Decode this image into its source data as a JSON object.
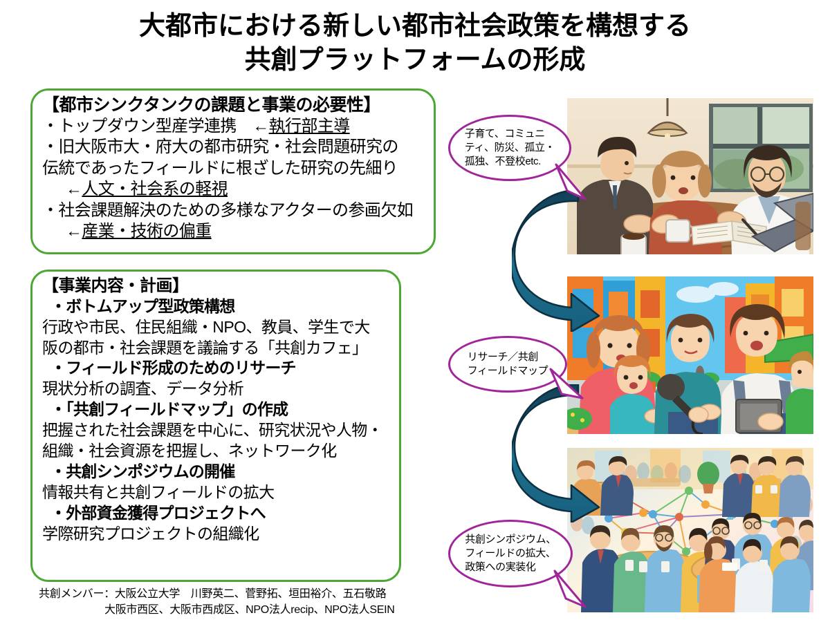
{
  "title": {
    "line1": "大都市における新しい都市社会政策を構想する",
    "line2": "共創プラットフォームの形成"
  },
  "colors": {
    "box_border_green": "#4CA832",
    "bubble_border_purple": "#A0259A",
    "arrow_teal": "#14556E",
    "text_black": "#000000"
  },
  "box_issues": {
    "heading": "【都市シンクタンクの課題と事業の必要性】",
    "lines": [
      {
        "text": "・トップダウン型産学連携　←",
        "underline": "執行部主導",
        "indent": false,
        "bold": false
      },
      {
        "text": "・旧大阪市大・府大の都市研究・社会問題研究の",
        "underline": "",
        "indent": false,
        "bold": false
      },
      {
        "text": "伝統であったフィールドに根ざした研究の先細り",
        "underline": "",
        "indent": false,
        "bold": false
      },
      {
        "text": "←",
        "underline": "人文・社会系の軽視",
        "indent": true,
        "bold": false
      },
      {
        "text": "・社会課題解決のための多様なアクターの参画欠如",
        "underline": "",
        "indent": false,
        "bold": false
      },
      {
        "text": "←",
        "underline": "産業・技術の偏重",
        "indent": true,
        "bold": false
      }
    ]
  },
  "box_plan": {
    "heading": "【事業内容・計画】",
    "lines": [
      {
        "text": "・ボトムアップ型政策構想",
        "bold": true,
        "indent": true
      },
      {
        "text": "行政や市民、住民組織・NPO、教員、学生で大",
        "bold": false,
        "indent": false
      },
      {
        "text": "阪の都市・社会課題を議論する「共創カフェ」",
        "bold": false,
        "indent": false
      },
      {
        "text": "・フィールド形成のためのリサーチ",
        "bold": true,
        "indent": true
      },
      {
        "text": "現状分析の調査、データ分析",
        "bold": false,
        "indent": false
      },
      {
        "text": "・「共創フィールドマップ」の作成",
        "bold": true,
        "indent": true
      },
      {
        "text": "把握された社会課題を中心に、研究状況や人物・",
        "bold": false,
        "indent": false
      },
      {
        "text": "組織・社会資源を把握し、ネットワーク化",
        "bold": false,
        "indent": false
      },
      {
        "text": "・共創シンポジウムの開催",
        "bold": true,
        "indent": true
      },
      {
        "text": "情報共有と共創フィールドの拡大",
        "bold": false,
        "indent": false
      },
      {
        "text": "・外部資金獲得プロジェクトへ",
        "bold": true,
        "indent": true
      },
      {
        "text": "学際研究プロジェクトの組織化",
        "bold": false,
        "indent": false
      }
    ]
  },
  "members": {
    "line1": "共創メンバー：大阪公立大学　川野英二、菅野拓、垣田裕介、五石敬路",
    "line2": "大阪市西区、大阪市西成区、NPO法人recip、NPO法人SEIN"
  },
  "bubbles": [
    {
      "id": "bubble-1",
      "text": "子育て、コミュニ\nティ、防災、孤立・\n孤独、不登校etc."
    },
    {
      "id": "bubble-2",
      "text": "リサーチ／共創\nフィールドマップ"
    },
    {
      "id": "bubble-3",
      "text": "共創シンポジウム、\nフィールドの拡大、\n政策への実装化"
    }
  ],
  "photos": [
    {
      "id": "photo-1",
      "caption": "cafe-discussion-three-people-illustration"
    },
    {
      "id": "photo-2",
      "caption": "street-interview-residents-illustration"
    },
    {
      "id": "photo-3",
      "caption": "symposium-round-tables-network-illustration"
    }
  ],
  "arrows": [
    {
      "id": "arrow-1",
      "label": "flow-arrow-down-1"
    },
    {
      "id": "arrow-2",
      "label": "flow-arrow-down-2"
    }
  ]
}
